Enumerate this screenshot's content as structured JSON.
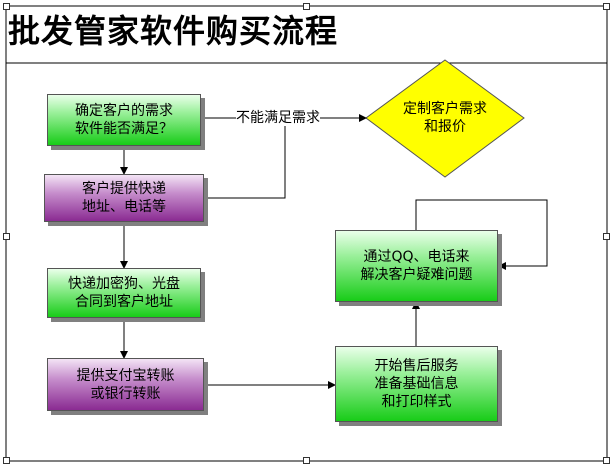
{
  "title": "批发管家软件购买流程",
  "nodes": {
    "confirm": "确定客户的需求\n软件能否满足？",
    "address": "客户提供快递\n地址、电话等",
    "ship": "快递加密狗、光盘\n合同到客户地址",
    "pay": "提供支付宝转账\n或银行转账",
    "aftersale": "开始售后服务\n准备基础信息\n和打印样式",
    "support": "通过QQ、电话来\n解决客户疑难问题",
    "custom": "定制客户需求\n和报价"
  },
  "edge_label": "不能满足需求",
  "colors": {
    "green": "#18cc18",
    "purple": "#8a2b92",
    "diamond": "#ffff00"
  }
}
